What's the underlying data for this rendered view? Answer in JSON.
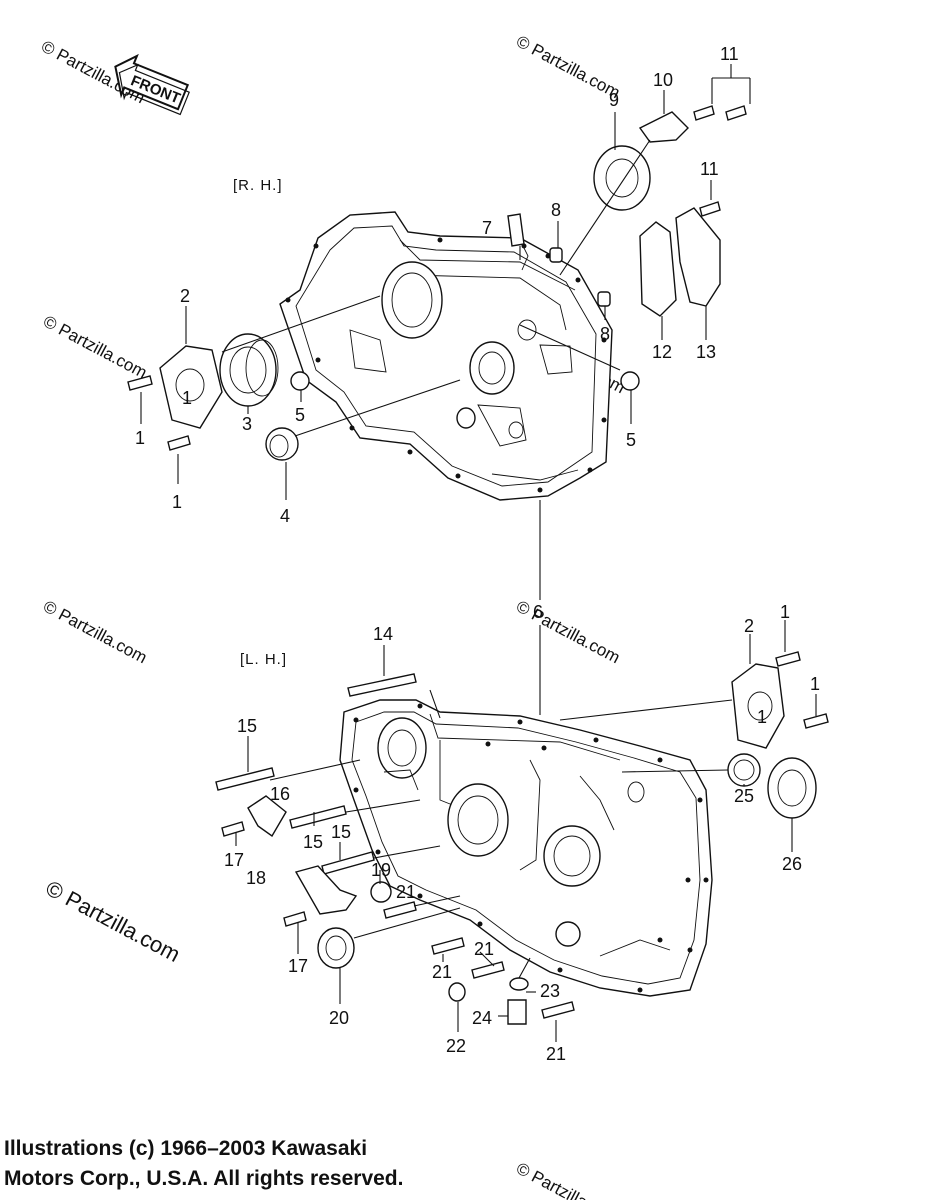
{
  "diagram": {
    "front_label": "FRONT",
    "section_rh": "[R. H.]",
    "section_lh": "[L. H.]",
    "callouts": [
      "1",
      "1",
      "1",
      "2",
      "3",
      "4",
      "5",
      "5",
      "6",
      "7",
      "8",
      "8",
      "9",
      "10",
      "11",
      "11",
      "12",
      "13",
      "14",
      "2",
      "1",
      "1",
      "1",
      "15",
      "16",
      "15",
      "15",
      "17",
      "18",
      "19",
      "21",
      "17",
      "20",
      "21",
      "21",
      "21",
      "23",
      "24",
      "22",
      "21",
      "25",
      "26"
    ],
    "watermark_text": "© Partzilla.com",
    "footer": {
      "line1": "Illustrations (c) 1966–2003 Kawasaki",
      "line2": "Motors Corp., U.S.A.  All rights reserved."
    }
  }
}
